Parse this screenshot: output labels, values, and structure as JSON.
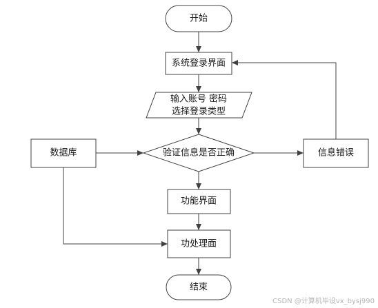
{
  "nodes": {
    "start": "开始",
    "login_screen": "系统登录界面",
    "input_line1": "输入账号 密码",
    "input_line2": "选择登录类型",
    "verify": "验证信息是否正确",
    "database": "数据库",
    "info_error": "信息错误",
    "function_screen": "功能界面",
    "process_screen": "功处理面",
    "end": "结束"
  },
  "watermark": "CSDN @计算机毕设vx_bysj990",
  "colors": {
    "stroke": "#404040",
    "text": "#1a1a1a",
    "watermark": "#b4b4b4",
    "background": "#ffffff"
  }
}
